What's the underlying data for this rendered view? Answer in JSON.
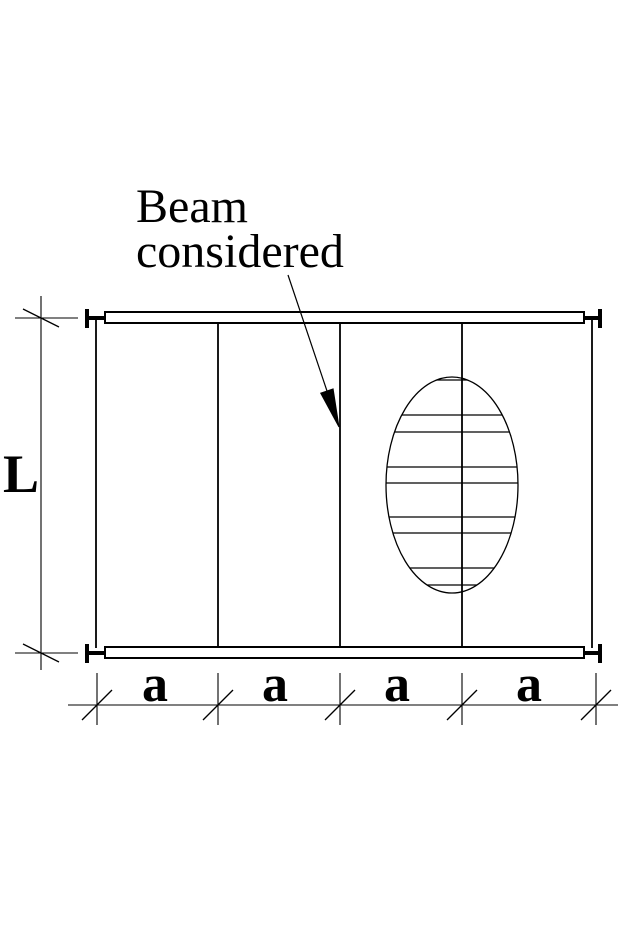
{
  "figure": {
    "annotation": {
      "line1": "Beam",
      "line2": "considered"
    },
    "dimensions": {
      "span_label": "L",
      "spacing_labels": [
        "a",
        "a",
        "a",
        "a"
      ]
    }
  },
  "colors": {
    "ink": "#000000",
    "background": "#ffffff"
  }
}
